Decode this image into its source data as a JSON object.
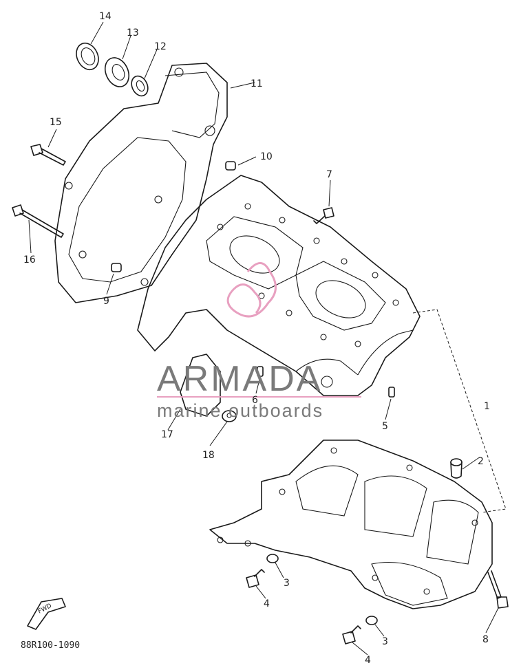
{
  "drawing_code": "88R100-1090",
  "watermark": {
    "brand": "ARMADA",
    "tagline": "marine outboards",
    "accent": "#e8a0c0"
  },
  "direction_marker": "FWD",
  "callouts": [
    {
      "id": "c1",
      "text": "1"
    },
    {
      "id": "c2",
      "text": "2"
    },
    {
      "id": "c3a",
      "text": "3"
    },
    {
      "id": "c3b",
      "text": "3"
    },
    {
      "id": "c4a",
      "text": "4"
    },
    {
      "id": "c4b",
      "text": "4"
    },
    {
      "id": "c5",
      "text": "5"
    },
    {
      "id": "c6",
      "text": "6"
    },
    {
      "id": "c7",
      "text": "7"
    },
    {
      "id": "c8",
      "text": "8"
    },
    {
      "id": "c9",
      "text": "9"
    },
    {
      "id": "c10",
      "text": "10"
    },
    {
      "id": "c11",
      "text": "11"
    },
    {
      "id": "c12",
      "text": "12"
    },
    {
      "id": "c13",
      "text": "13"
    },
    {
      "id": "c14",
      "text": "14"
    },
    {
      "id": "c15",
      "text": "15"
    },
    {
      "id": "c16",
      "text": "16"
    },
    {
      "id": "c17",
      "text": "17"
    },
    {
      "id": "c18",
      "text": "18"
    }
  ]
}
